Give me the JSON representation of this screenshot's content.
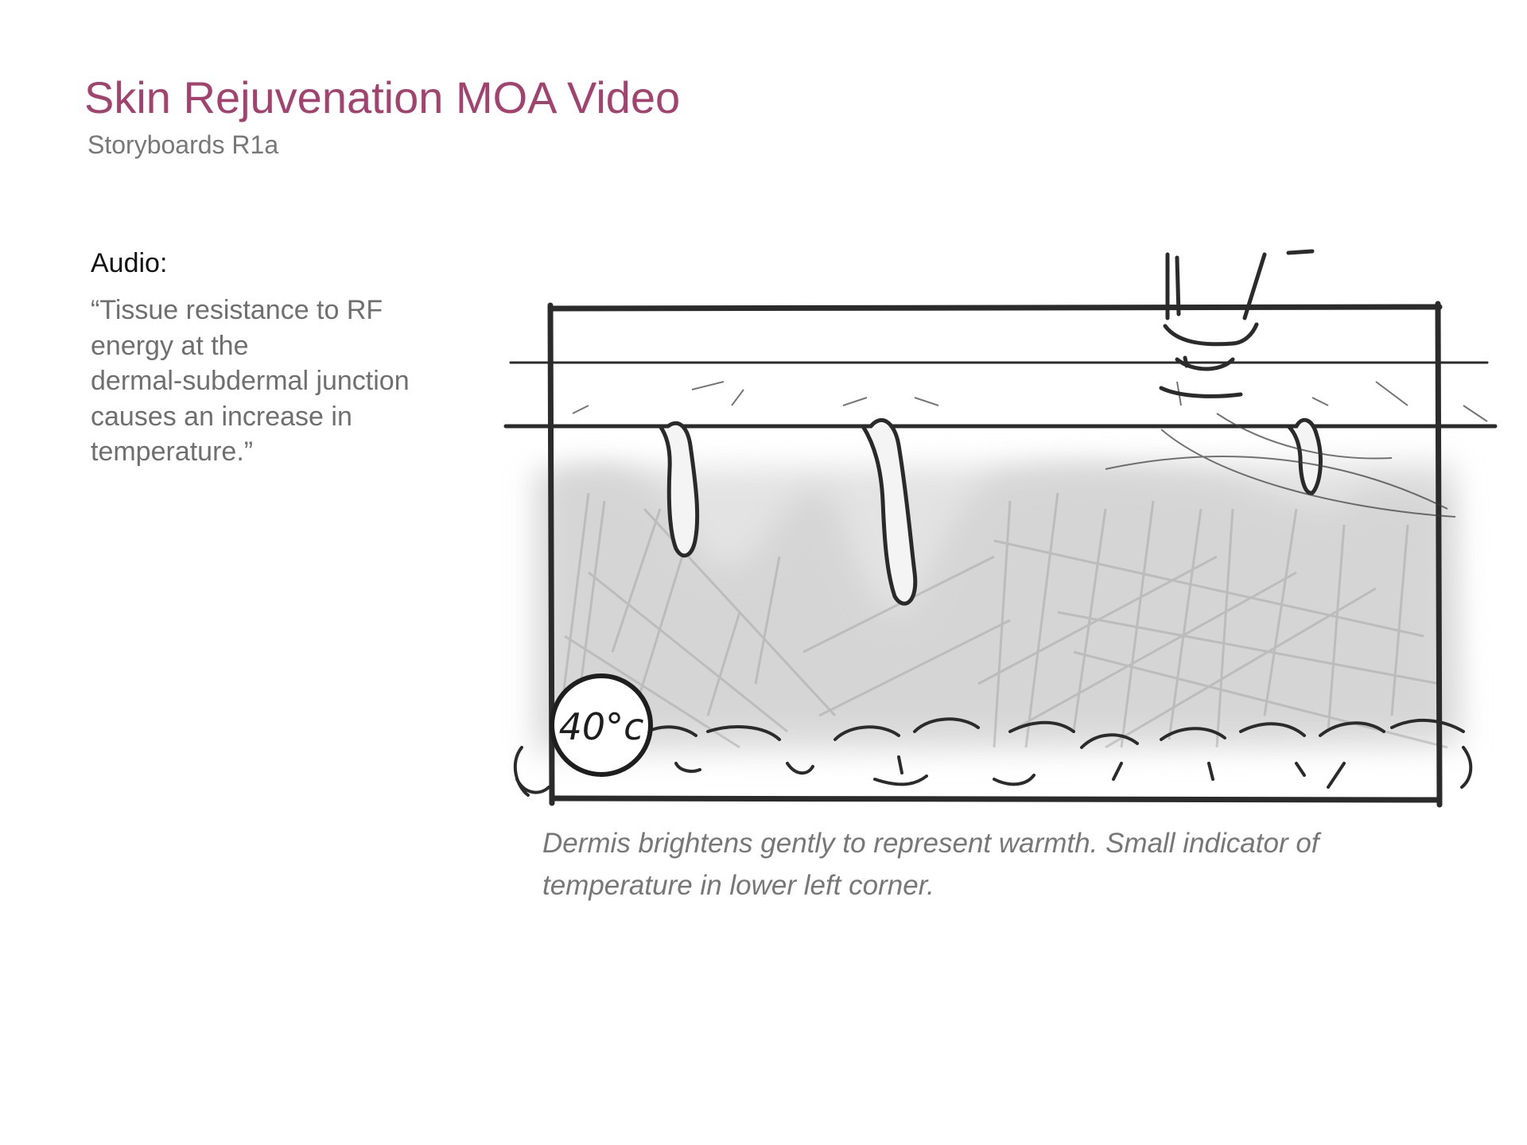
{
  "header": {
    "title": "Skin Rejuvenation MOA Video",
    "subtitle": "Storyboards R1a"
  },
  "audio": {
    "label": "Audio:",
    "lines": [
      "“Tissue resistance to RF",
      "energy at the",
      "dermal-subdermal junction",
      "causes an increase in",
      "temperature.”"
    ]
  },
  "panel": {
    "temperature_indicator": "40°c"
  },
  "caption": {
    "lines": [
      "Dermis brightens gently to represent warmth. Small indicator of",
      "temperature in lower left corner."
    ]
  }
}
